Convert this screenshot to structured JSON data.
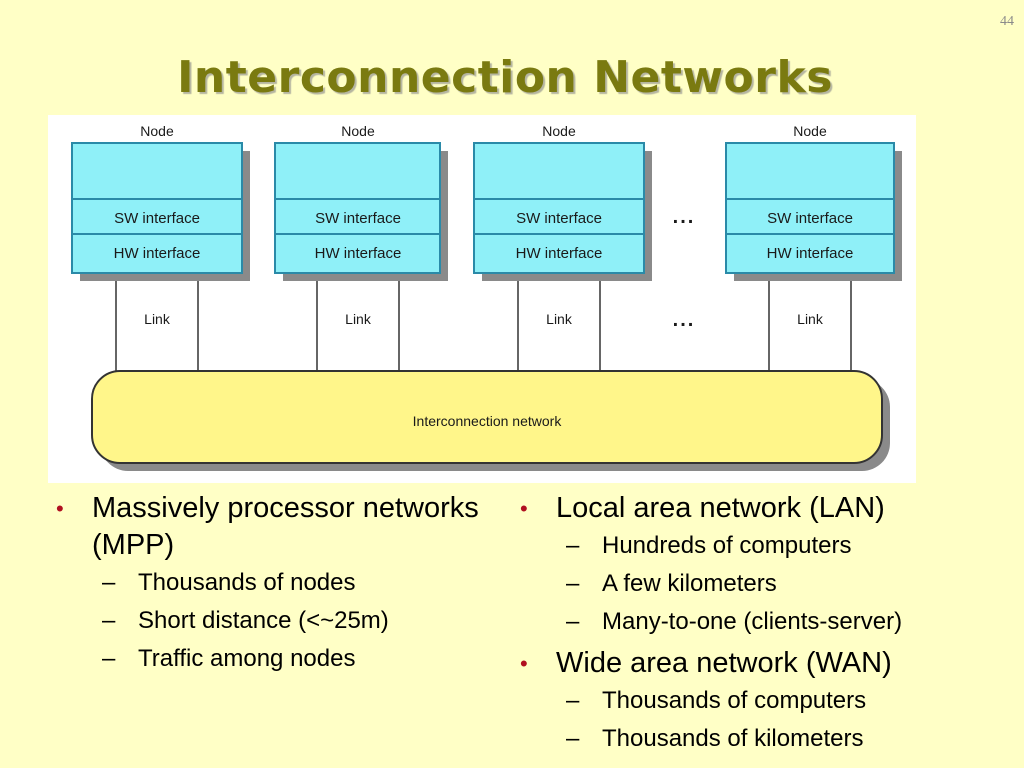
{
  "page_number": "44",
  "title": "Interconnection Networks",
  "diagram": {
    "nodes": [
      {
        "label": "Node",
        "sw": "SW interface",
        "hw": "HW interface",
        "link": "Link"
      },
      {
        "label": "Node",
        "sw": "SW interface",
        "hw": "HW interface",
        "link": "Link"
      },
      {
        "label": "Node",
        "sw": "SW interface",
        "hw": "HW interface",
        "link": "Link"
      },
      {
        "label": "Node",
        "sw": "SW interface",
        "hw": "HW interface",
        "link": "Link"
      }
    ],
    "ellipsis_top": "...",
    "ellipsis_link": "...",
    "network_label": "Interconnection network",
    "colors": {
      "node_fill": "#8ff0f8",
      "node_border": "#2a8aa8",
      "network_fill": "#fff68a",
      "shadow": "#8a8a8a"
    }
  },
  "left_column": {
    "main": "Massively processor networks (MPP)",
    "subs": [
      "Thousands of nodes",
      "Short distance (<~25m)",
      "Traffic among nodes"
    ]
  },
  "right_column": {
    "lan": "Local area network (LAN)",
    "lan_subs": [
      "Hundreds of computers",
      "A few kilometers",
      "Many-to-one (clients-server)"
    ],
    "wan": "Wide area network (WAN)",
    "wan_subs": [
      "Thousands of computers",
      "Thousands of kilometers"
    ]
  },
  "bullet_char": "•",
  "dash_char": "–"
}
